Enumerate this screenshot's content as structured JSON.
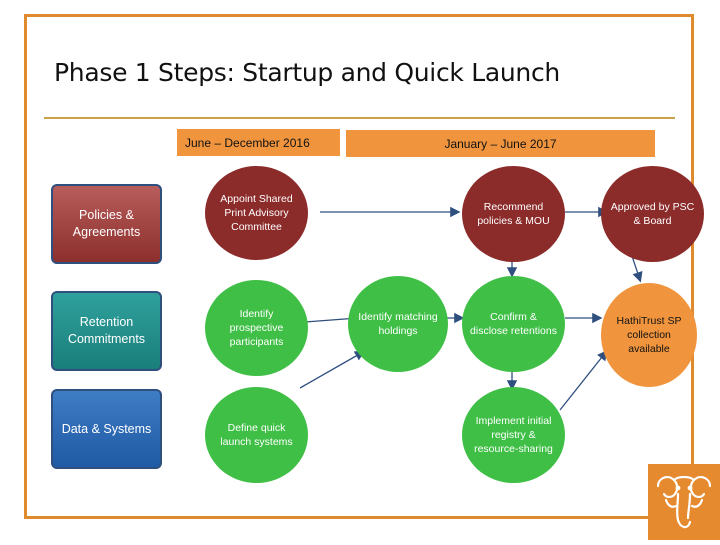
{
  "slide": {
    "title": "Phase 1 Steps: Startup and Quick Launch",
    "bands": [
      "June – December 2016",
      "January – June 2017"
    ]
  },
  "rows": [
    "Policies & Agreements",
    "Retention Commitments",
    "Data & Systems"
  ],
  "nodes": {
    "appoint": "Appoint Shared Print Advisory Committee",
    "identify_participants": "Identify prospective participants",
    "define_systems": "Define quick launch systems",
    "identify_holdings": "Identify matching holdings",
    "recommend": "Recommend policies & MOU",
    "confirm": "Confirm & disclose retentions",
    "implement": "Implement initial registry & resource-sharing",
    "approved": "Approved by PSC & Board",
    "collection": "HathiTrust SP collection available"
  },
  "colors": {
    "frame": "#e08a2e",
    "band": "#f0953e",
    "maroon": "#8b2b2a",
    "green": "#3fbf46",
    "orange": "#f0953e",
    "teal_box": "#1a7f7b",
    "blue_box": "#1f5aa5"
  },
  "logo_icon": "elephant-logo-icon"
}
